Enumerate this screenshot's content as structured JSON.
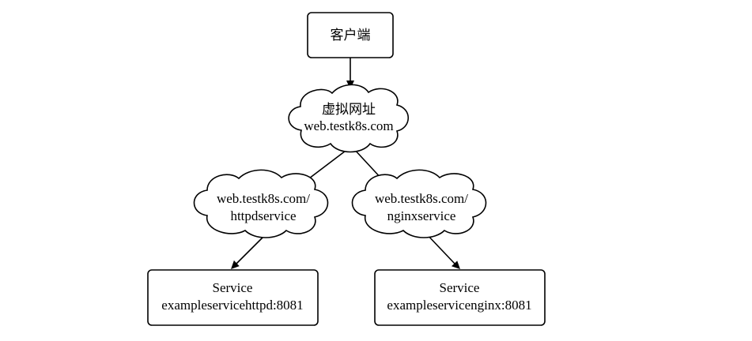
{
  "nodes": {
    "client": {
      "label": "客户端"
    },
    "virtual_host": {
      "line1": "虚拟网址",
      "line2": "web.testk8s.com"
    },
    "httpd_path": {
      "line1": "web.testk8s.com/",
      "line2": "httpdservice"
    },
    "nginx_path": {
      "line1": "web.testk8s.com/",
      "line2": "nginxservice"
    },
    "httpd_service": {
      "line1": "Service",
      "line2": "exampleservicehttpd:8081"
    },
    "nginx_service": {
      "line1": "Service",
      "line2": "exampleservicenginx:8081"
    }
  },
  "colors": {
    "stroke": "#000000",
    "fill": "#ffffff"
  }
}
